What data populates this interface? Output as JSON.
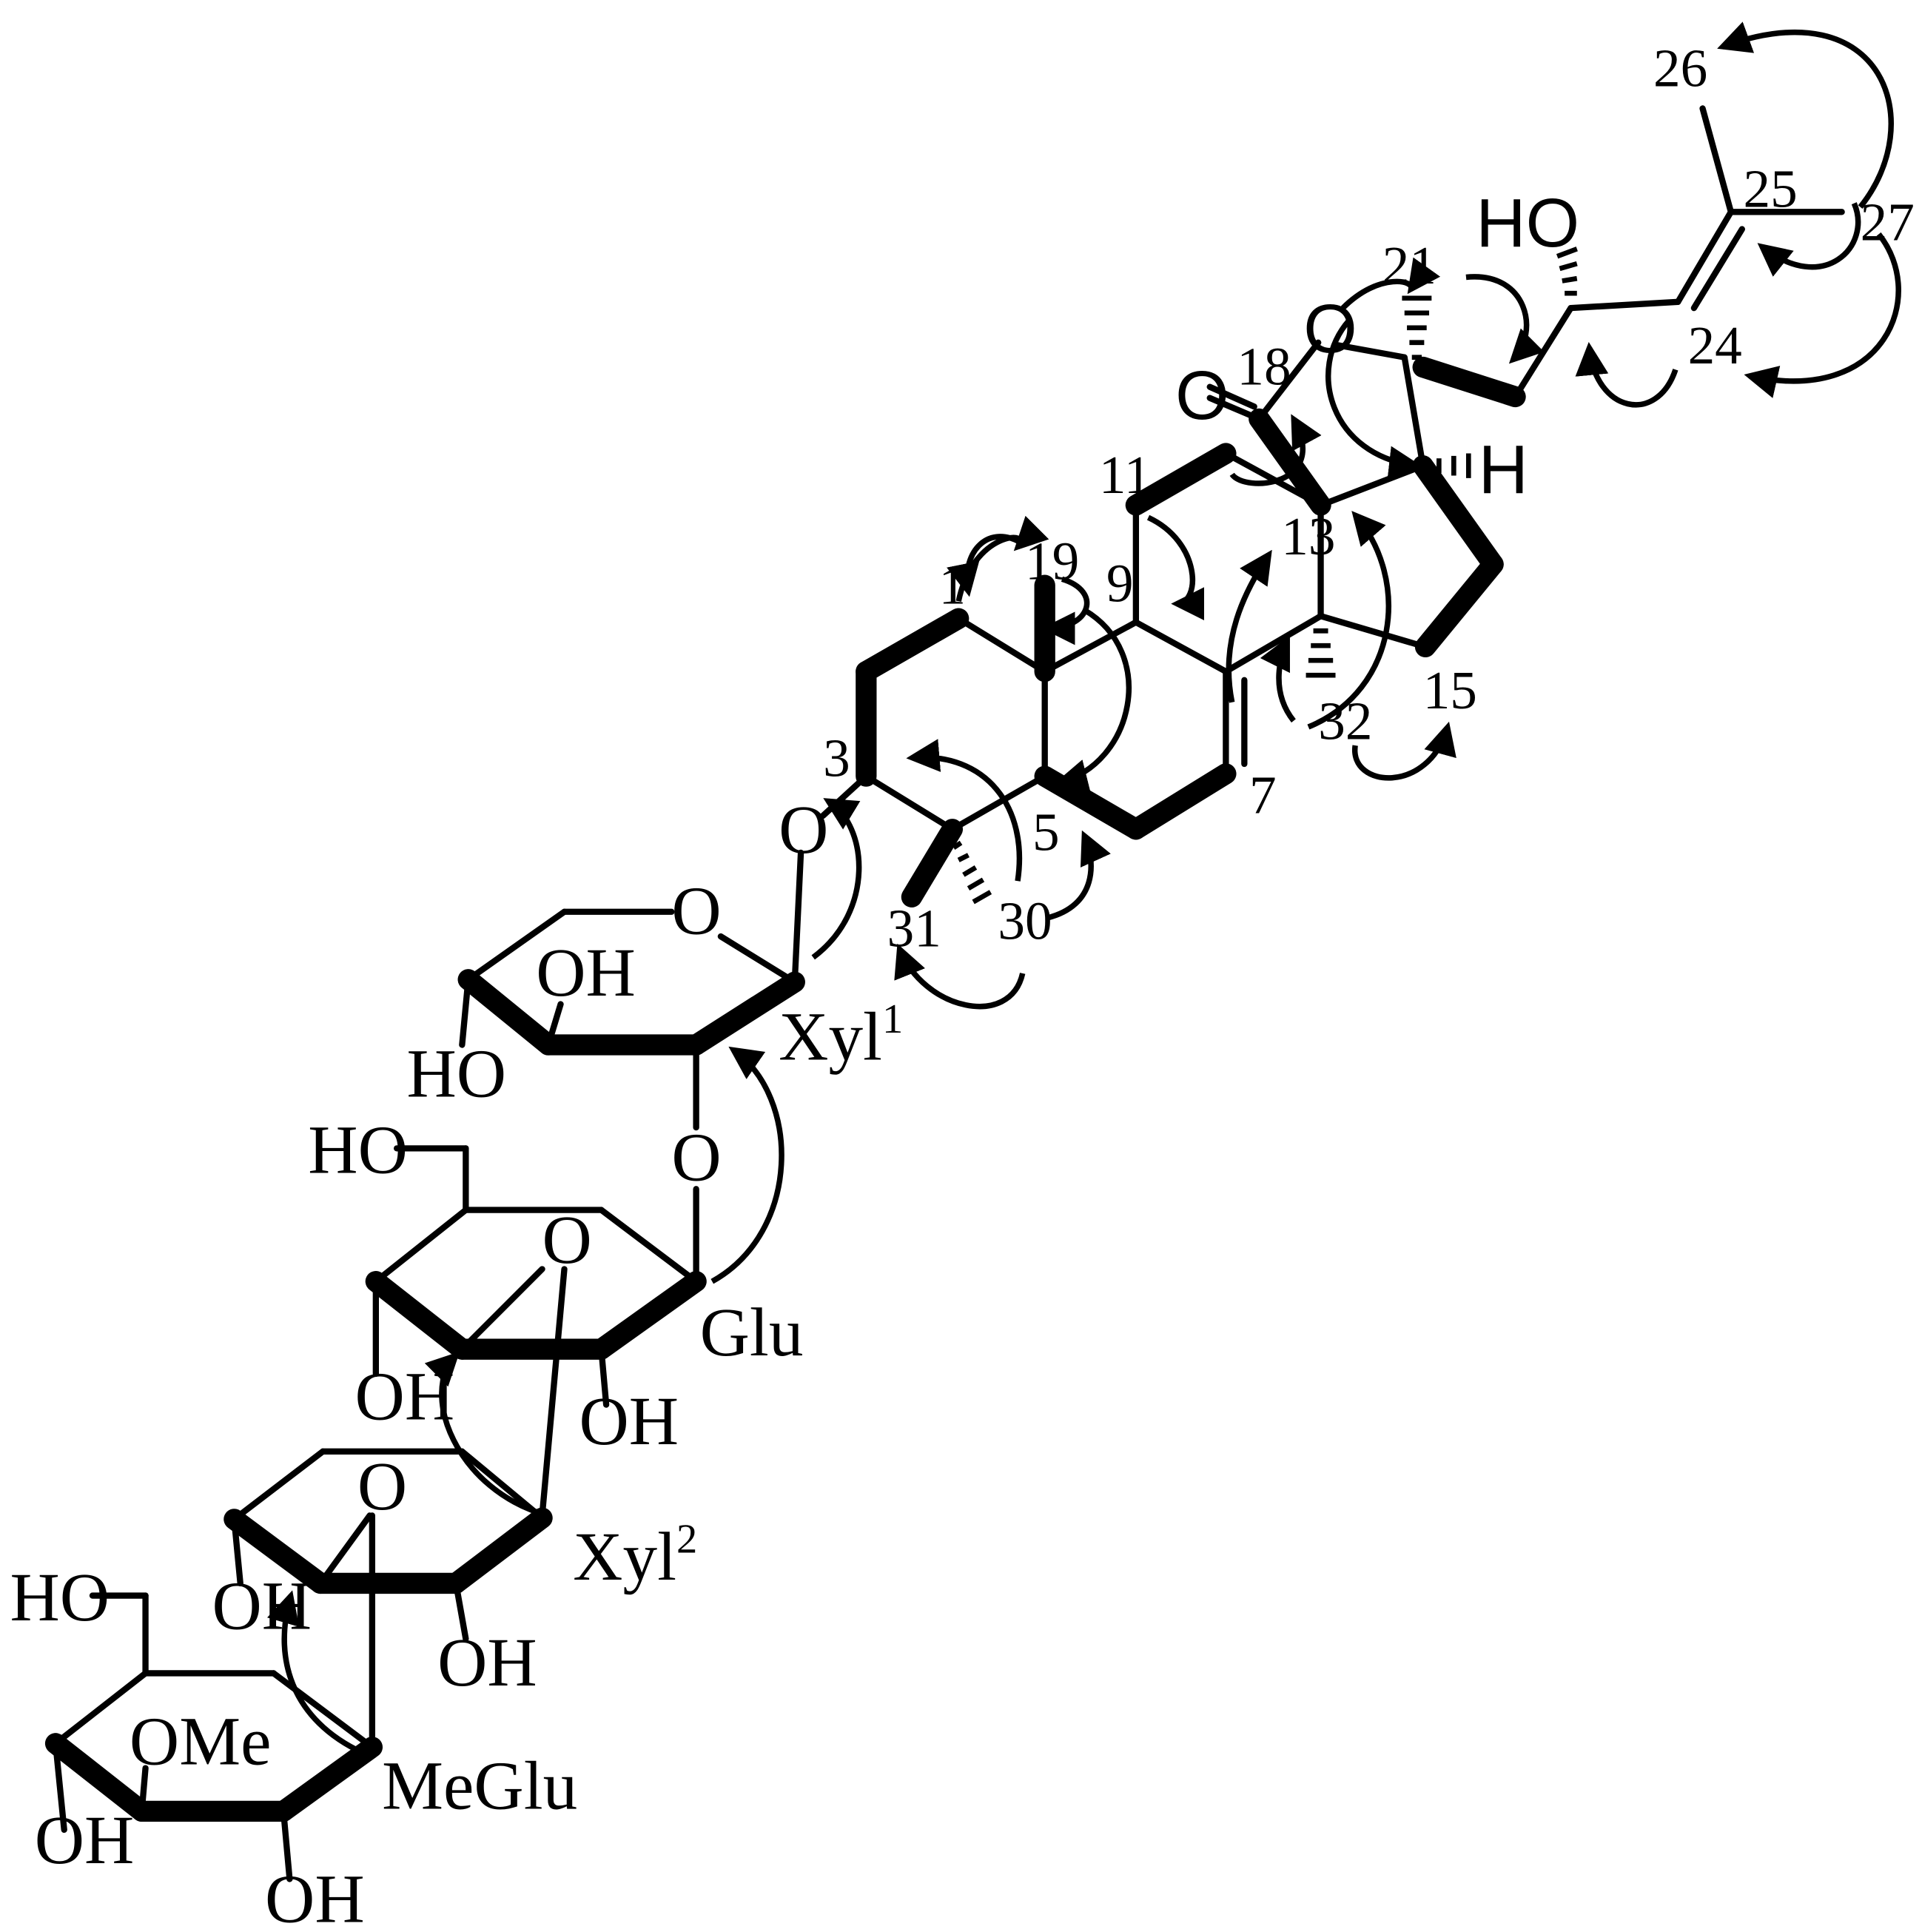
{
  "diagram": {
    "atom_numbers": [
      "1",
      "3",
      "5",
      "7",
      "9",
      "11",
      "13",
      "15",
      "18",
      "19",
      "21",
      "24",
      "25",
      "26",
      "27",
      "30",
      "31",
      "32"
    ],
    "sugars": {
      "xyl1": {
        "name": "Xyl",
        "sup": "1"
      },
      "glu": {
        "name": "Glu"
      },
      "xyl2": {
        "name": "Xyl",
        "sup": "2"
      },
      "meglu": {
        "name": "MeGlu"
      }
    },
    "labels": {
      "oxygen": "O",
      "hydroxyl": "OH",
      "hydroxyl_left": "HO",
      "methoxy": "OMe",
      "hydrogen": "H"
    },
    "bond_color": "#000000",
    "correlation_arrow": "curved-arrow-icon"
  }
}
